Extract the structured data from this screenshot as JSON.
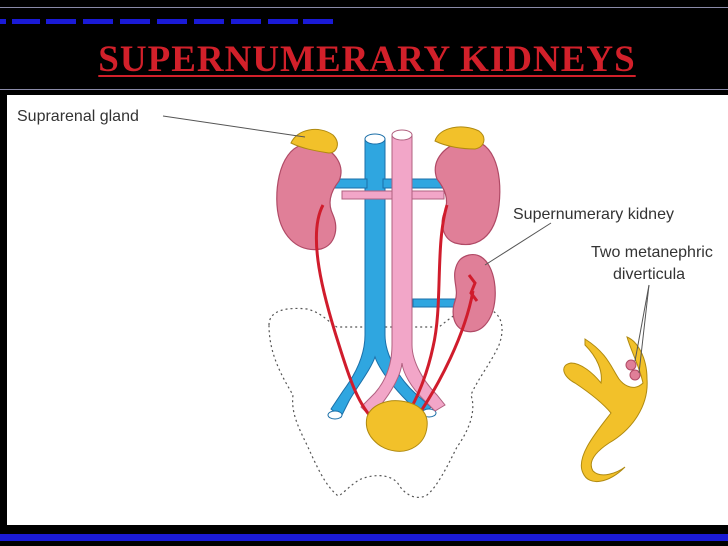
{
  "slide": {
    "title": "SUPERNUMERARY KIDNEYS"
  },
  "labels": {
    "suprarenal_gland": "Suprarenal gland",
    "supernumerary_kidney": "Supernumerary kidney",
    "metanephric_line1": "Two metanephric",
    "metanephric_line2": "diverticula"
  },
  "colors": {
    "title": "#d2202a",
    "accent_blue": "#1a1ad6",
    "kidney": "#e07f98",
    "suprarenal": "#f2c12a",
    "vein": "#2fa6e0",
    "aorta": "#f2a6c8",
    "ureter": "#d01c2c"
  }
}
